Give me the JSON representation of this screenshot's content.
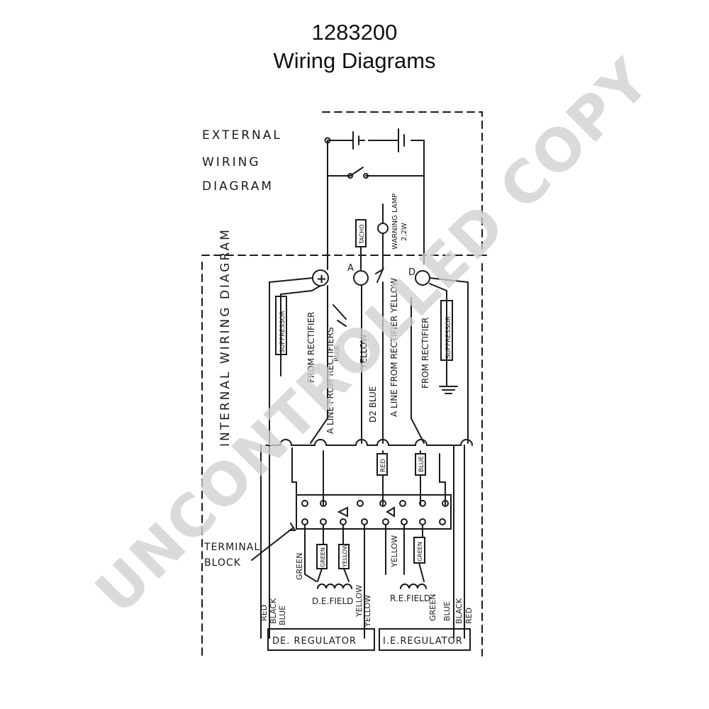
{
  "header": {
    "part_number": "1283200",
    "subtitle": "Wiring Diagrams"
  },
  "watermark": "UNCONTROLLED COPY",
  "external": {
    "label_lines": [
      "EXTERNAL",
      "WIRING",
      "DIAGRAM"
    ]
  },
  "internal": {
    "label": "INTERNAL WIRING DIAGRAM"
  },
  "terminals": {
    "plus": "+",
    "a": "A",
    "d": "D"
  },
  "components": {
    "tacho": "TACHO",
    "lamp_lines": [
      "WARNING LAMP",
      "2.2W"
    ],
    "suppressor_left": "SUPPRESSOR",
    "suppressor_right": "SUPPRESSOR",
    "red_tag": "RED",
    "blue_tag": "BLUE",
    "green_tag_l": "GREEN",
    "green_tag_l2": "YELLOW",
    "green_tag_r": "GREEN"
  },
  "wire_labels": {
    "from_rectifier_left": "FROM RECTIFIER",
    "line_from_rectifiers": "A LINE FROM RECTIFIERS",
    "blue_mark": "BLUE",
    "yellow": "YELLOW",
    "d2_blue": "D2 BLUE",
    "a_line_rect_yellow": "A LINE FROM RECTIFIER YELLOW",
    "from_rectifier_right": "FROM RECTIFIER",
    "green_l": "GREEN",
    "yellow_l": "YELLOW",
    "yellow_r": "YELLOW",
    "green_r": "GREEN",
    "red": "RED",
    "black": "BLACK",
    "blue": "BLUE",
    "yellow_bottom": "YELLOW",
    "blue_r": "BLUE",
    "black_r": "BLACK",
    "red_r": "RED"
  },
  "terminal_block": {
    "label_lines": [
      "TERMINAL",
      "BLOCK"
    ]
  },
  "fields": {
    "de": "D.E.FIELD",
    "re": "R.E.FIELD"
  },
  "regulators": {
    "de": "DE. REGULATOR",
    "re": "I.E.REGULATOR"
  }
}
